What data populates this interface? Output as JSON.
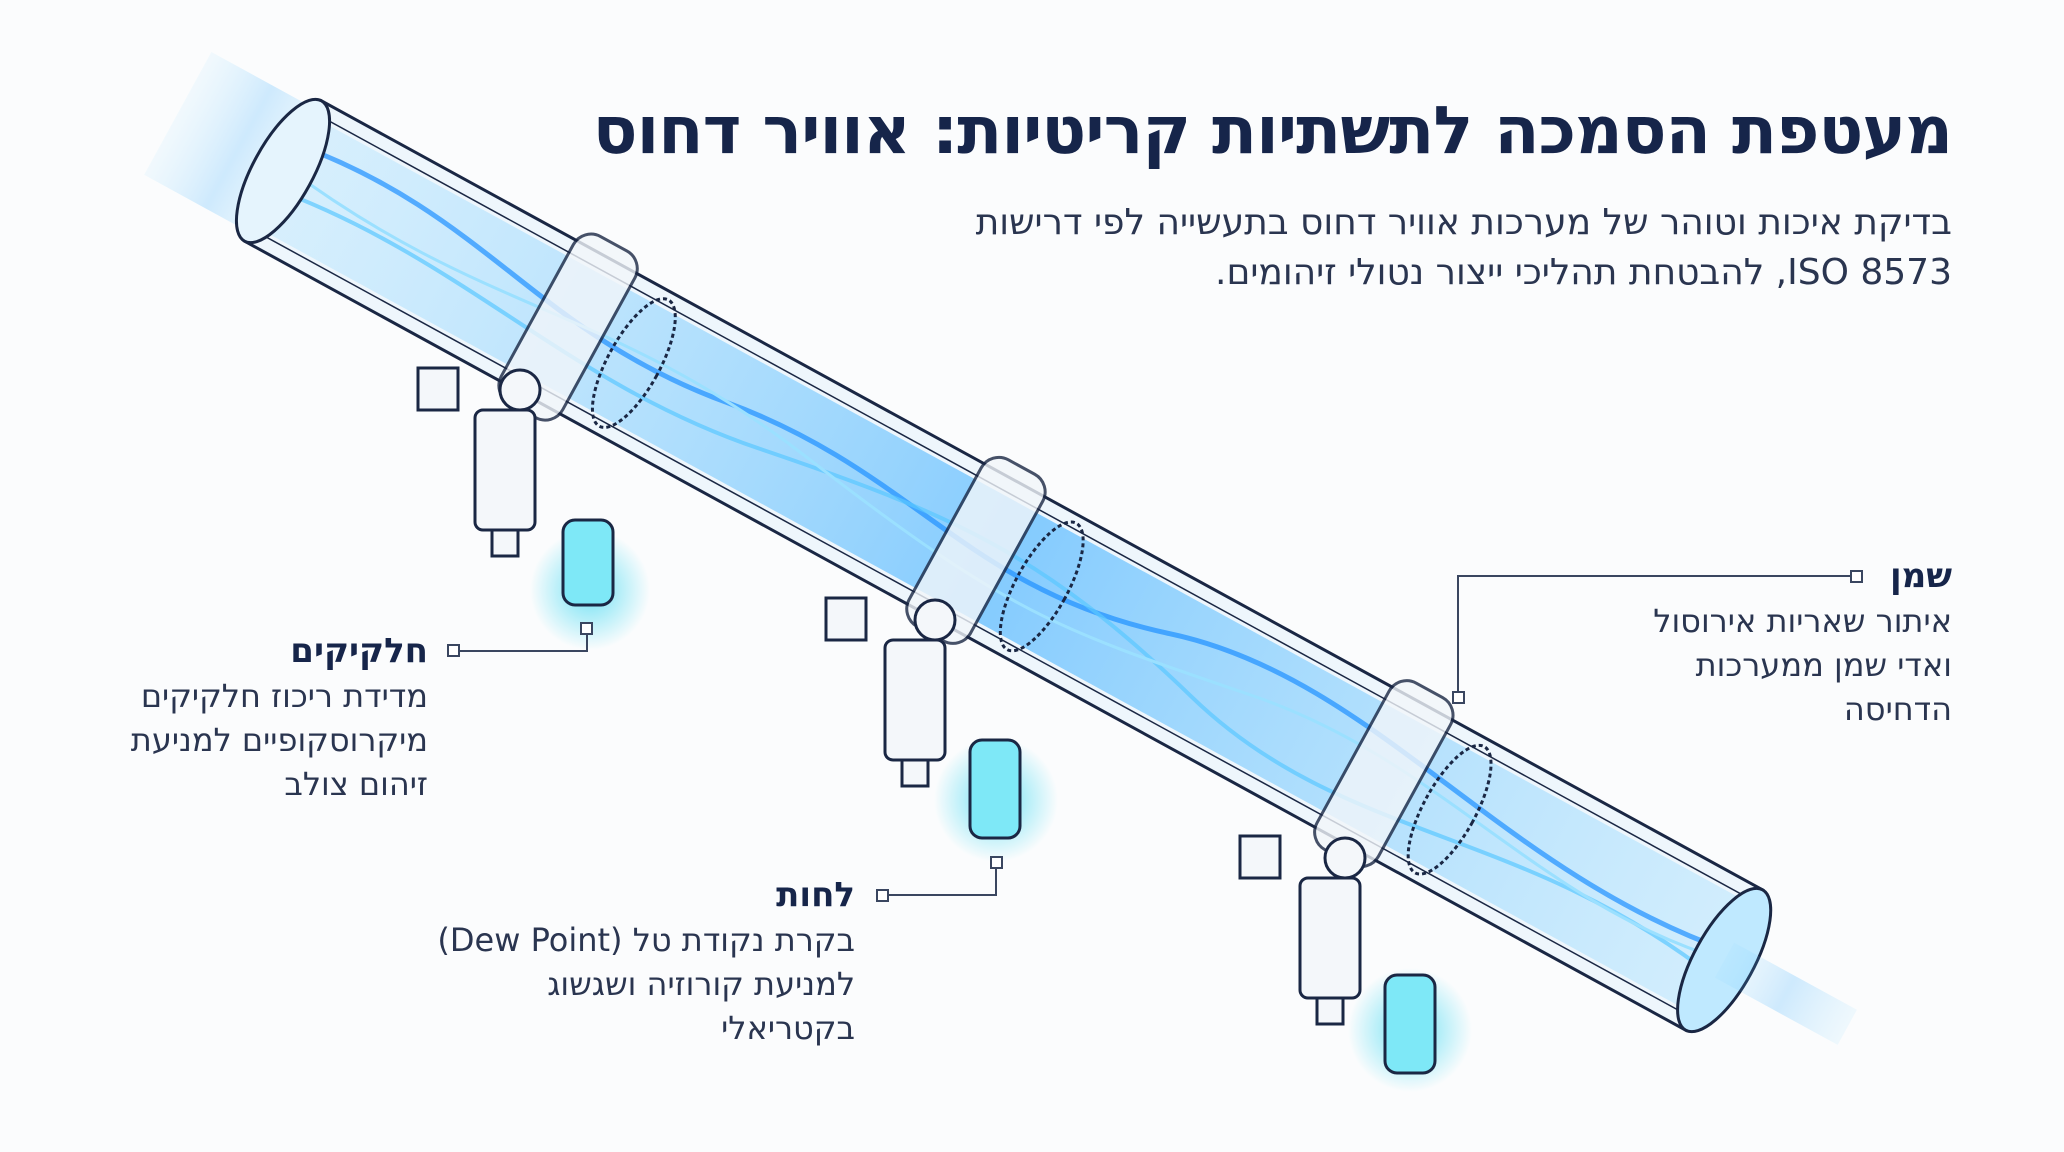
{
  "title": "מעטפת הסמכה לתשתיות קריטיות: אוויר דחוס",
  "subtitle": [
    "בדיקת איכות וטוהר של מערכות אוויר דחוס בתעשייה לפי דרישות",
    "ISO 8573, להבטחת תהליכי ייצור נטולי זיהומים."
  ],
  "labels": {
    "particles": {
      "heading": "חלקיקים",
      "lines": [
        "מדידת ריכוז חלקיקים",
        "מיקרוסקופיים למניעת",
        "זיהום צולב"
      ]
    },
    "moisture": {
      "heading": "לחות",
      "lines": [
        "בקרת נקודת טל (Dew Point)",
        "למניעת קורוזיה ושגשוג",
        "בקטריאלי"
      ]
    },
    "oil": {
      "heading": "שמן",
      "lines": [
        "איתור שאריות אירוסול",
        "ואדי שמן ממערכות",
        "הדחיסה"
      ]
    }
  },
  "colors": {
    "ink": "#16254a",
    "flow": "#2ea8ff",
    "vial": "#35d6f0"
  }
}
